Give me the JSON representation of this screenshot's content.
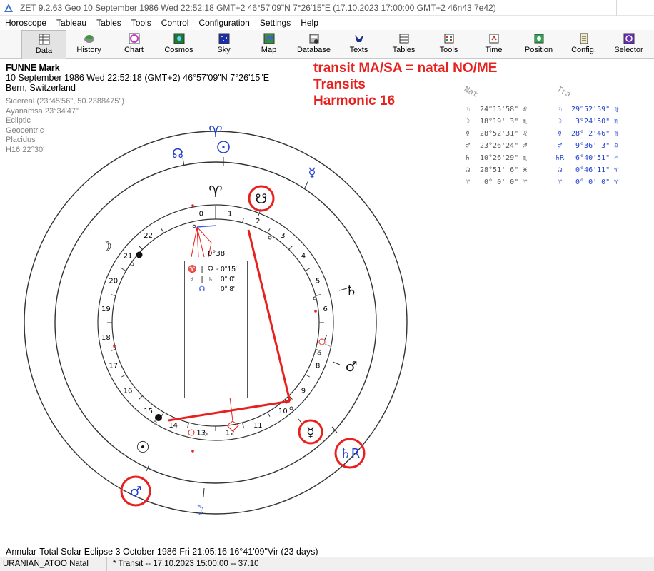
{
  "titlebar": {
    "title": "ZET 9.2.63 Geo    10 September 1986  Wed  22:52:18 GMT+2 46°57'09\"N  7°26'15\"E    (17.10.2023  17:00:00 GMT+2 46n43 7e42)"
  },
  "menu": [
    "Horoscope",
    "Tableau",
    "Tables",
    "Tools",
    "Control",
    "Configuration",
    "Settings",
    "Help"
  ],
  "toolbar": [
    {
      "label": "Data",
      "icon": "data-icon"
    },
    {
      "label": "History",
      "icon": "history-icon"
    },
    {
      "label": "Chart",
      "icon": "chart-icon"
    },
    {
      "label": "Cosmos",
      "icon": "cosmos-icon"
    },
    {
      "label": "Sky",
      "icon": "sky-icon"
    },
    {
      "label": "Map",
      "icon": "map-icon"
    },
    {
      "label": "Database",
      "icon": "database-icon"
    },
    {
      "label": "Texts",
      "icon": "texts-icon"
    },
    {
      "label": "Tables",
      "icon": "tables-icon"
    },
    {
      "label": "Tools",
      "icon": "tools-icon"
    },
    {
      "label": "Time",
      "icon": "time-icon"
    },
    {
      "label": "Position",
      "icon": "position-icon"
    },
    {
      "label": "Config.",
      "icon": "config-icon"
    },
    {
      "label": "Selector",
      "icon": "selector-icon"
    }
  ],
  "person": {
    "name": "FUNNE Mark",
    "datetime": "10 September 1986  Wed   22:52:18 (GMT+2) 46°57'09\"N  7°26'15\"E",
    "place": "Bern, Switzerland"
  },
  "settings": [
    "Sidereal (23°45'56\", 50.2388475\")",
    "Ayanamsa 23°34'47\"",
    "Ecliptic",
    "Geocentric",
    "Placidus",
    "H16  22°30'"
  ],
  "headings": [
    "transit MA/SA = natal NO/ME",
    "Transits",
    "Harmonic 16"
  ],
  "colors": {
    "accent_red": "#e8201e",
    "transit_blue": "#1f3fd1",
    "natal_gray": "#555555"
  },
  "table": {
    "natal_header": "Nat",
    "transit_header": "Tra",
    "rows": [
      {
        "nat_glyph": "☉",
        "nat": "24°15'58\" ♌",
        "tra_glyph": "☉",
        "tra": "29°52'59\" ♍"
      },
      {
        "nat_glyph": "☽",
        "nat": "18°19' 3\" ♏",
        "tra_glyph": "☽",
        "tra": " 3°24'50\" ♏"
      },
      {
        "nat_glyph": "☿",
        "nat": "28°52'31\" ♌",
        "tra_glyph": "☿",
        "tra": "28° 2'46\" ♍"
      },
      {
        "nat_glyph": "♂",
        "nat": "23°26'24\" ♐",
        "tra_glyph": "♂",
        "tra": " 9°36' 3\" ♎"
      },
      {
        "nat_glyph": "♄",
        "nat": "10°26'29\" ♏",
        "tra_glyph": "♄R",
        "tra": " 6°40'51\" ♒"
      },
      {
        "nat_glyph": "☊",
        "nat": "28°51' 6\" ♓",
        "tra_glyph": "☊",
        "tra": " 0°46'11\" ♈"
      },
      {
        "nat_glyph": "♈",
        "nat": " 0° 0' 0\" ♈",
        "tra_glyph": "♈",
        "tra": " 0° 0' 0\" ♈"
      }
    ]
  },
  "chart": {
    "house_numbers": [
      "0",
      "1",
      "2",
      "3",
      "4",
      "5",
      "6",
      "7",
      "8",
      "9",
      "10",
      "11",
      "12",
      "13",
      "14",
      "15",
      "16",
      "17",
      "18",
      "19",
      "20",
      "21",
      "22"
    ],
    "natal_glyphs": [
      "♈",
      "☋",
      "☽",
      "☉",
      "☿",
      "♄",
      "♂"
    ],
    "transit_glyphs": [
      "♈",
      "☉",
      "☊",
      "☿",
      "♄",
      "☿",
      "♄R",
      "♂",
      "☽"
    ],
    "midpoint_label": "0°38'",
    "midpoint_box": [
      {
        "g1": "♈",
        "g2": "☊",
        "value": "- 0°15'"
      },
      {
        "g1": "♂",
        "g2": "♄",
        "value": "0° 0'"
      },
      {
        "g1": "☊",
        "g2": "",
        "value": "0° 8'"
      }
    ]
  },
  "eclipse_text": "Annular-Total Solar Eclipse 3 October 1986 Fri 21:05:16 16°41'09\"Vir (23 days)",
  "status": {
    "cell1": "URANIAN_AT",
    "cell2": "OO Natal",
    "cell3": "*  Transit -- 17.10.2023 15:00:00 -- 37.10"
  }
}
